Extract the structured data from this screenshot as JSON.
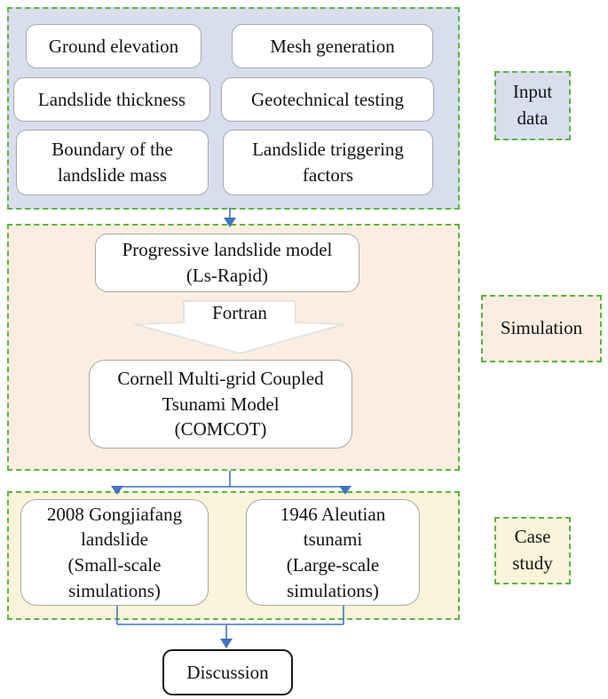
{
  "colors": {
    "input_bg": "#d8deee",
    "simulation_bg": "#fbeee0",
    "case_bg": "#faf4da",
    "border_green": "#5db344",
    "arrow_blue": "#4472c4",
    "box_border_gray": "#a8a8a8"
  },
  "input_section": {
    "label": "Input\ndata",
    "boxes": [
      "Ground elevation",
      "Mesh generation",
      "Landslide thickness",
      "Geotechnical testing",
      "Boundary of the\nlandslide mass",
      "Landslide triggering\nfactors"
    ]
  },
  "simulation_section": {
    "label": "Simulation",
    "progressive_model": "Progressive landslide model\n(Ls-Rapid)",
    "fortran_label": "Fortran",
    "comcot_model": "Cornell Multi-grid Coupled\nTsunami Model\n(COMCOT)"
  },
  "case_section": {
    "label": "Case\nstudy",
    "cases": [
      "2008 Gongjiafang\nlandslide\n(Small-scale\nsimulations)",
      "1946 Aleutian\ntsunami\n(Large-scale\nsimulations)"
    ]
  },
  "discussion_label": "Discussion"
}
